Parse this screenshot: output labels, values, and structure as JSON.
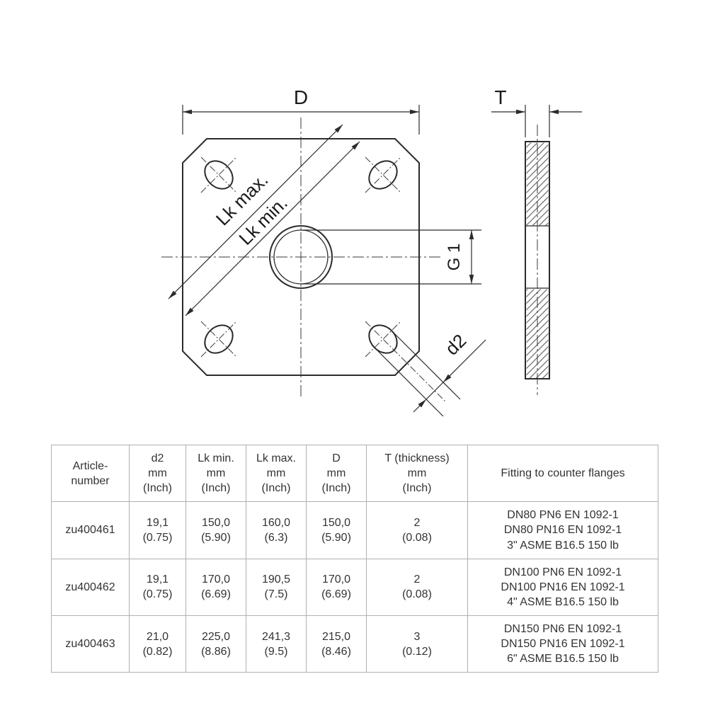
{
  "drawing": {
    "labels": {
      "d": "D",
      "t": "T",
      "g1": "G 1",
      "lk_max": "Lk max.",
      "lk_min": "Lk min.",
      "d2": "d2"
    }
  },
  "colors": {
    "ink": "#2b2b2b",
    "table_border": "#b0b0b0",
    "text": "#333333"
  },
  "table": {
    "headers": {
      "article": [
        "Article-",
        "number"
      ],
      "d2": [
        "d2",
        "mm",
        "(Inch)"
      ],
      "lk_min": [
        "Lk min.",
        "mm",
        "(Inch)"
      ],
      "lk_max": [
        "Lk max.",
        "mm",
        "(Inch)"
      ],
      "d": [
        "D",
        "mm",
        "(Inch)"
      ],
      "t": [
        "T (thickness)",
        "mm",
        "(Inch)"
      ],
      "fitting": [
        "Fitting to counter flanges"
      ]
    },
    "rows": [
      {
        "article": "zu400461",
        "d2": [
          "19,1",
          "(0.75)"
        ],
        "lk_min": [
          "150,0",
          "(5.90)"
        ],
        "lk_max": [
          "160,0",
          "(6.3)"
        ],
        "d": [
          "150,0",
          "(5.90)"
        ],
        "t": [
          "2",
          "(0.08)"
        ],
        "fitting": [
          "DN80 PN6 EN 1092-1",
          "DN80 PN16 EN 1092-1",
          "3\" ASME B16.5 150 lb"
        ]
      },
      {
        "article": "zu400462",
        "d2": [
          "19,1",
          "(0.75)"
        ],
        "lk_min": [
          "170,0",
          "(6.69)"
        ],
        "lk_max": [
          "190,5",
          "(7.5)"
        ],
        "d": [
          "170,0",
          "(6.69)"
        ],
        "t": [
          "2",
          "(0.08)"
        ],
        "fitting": [
          "DN100 PN6 EN 1092-1",
          "DN100 PN16 EN 1092-1",
          "4\" ASME B16.5 150 lb"
        ]
      },
      {
        "article": "zu400463",
        "d2": [
          "21,0",
          "(0.82)"
        ],
        "lk_min": [
          "225,0",
          "(8.86)"
        ],
        "lk_max": [
          "241,3",
          "(9.5)"
        ],
        "d": [
          "215,0",
          "(8.46)"
        ],
        "t": [
          "3",
          "(0.12)"
        ],
        "fitting": [
          "DN150 PN6 EN 1092-1",
          "DN150 PN16 EN 1092-1",
          "6\" ASME B16.5 150 lb"
        ]
      }
    ]
  }
}
